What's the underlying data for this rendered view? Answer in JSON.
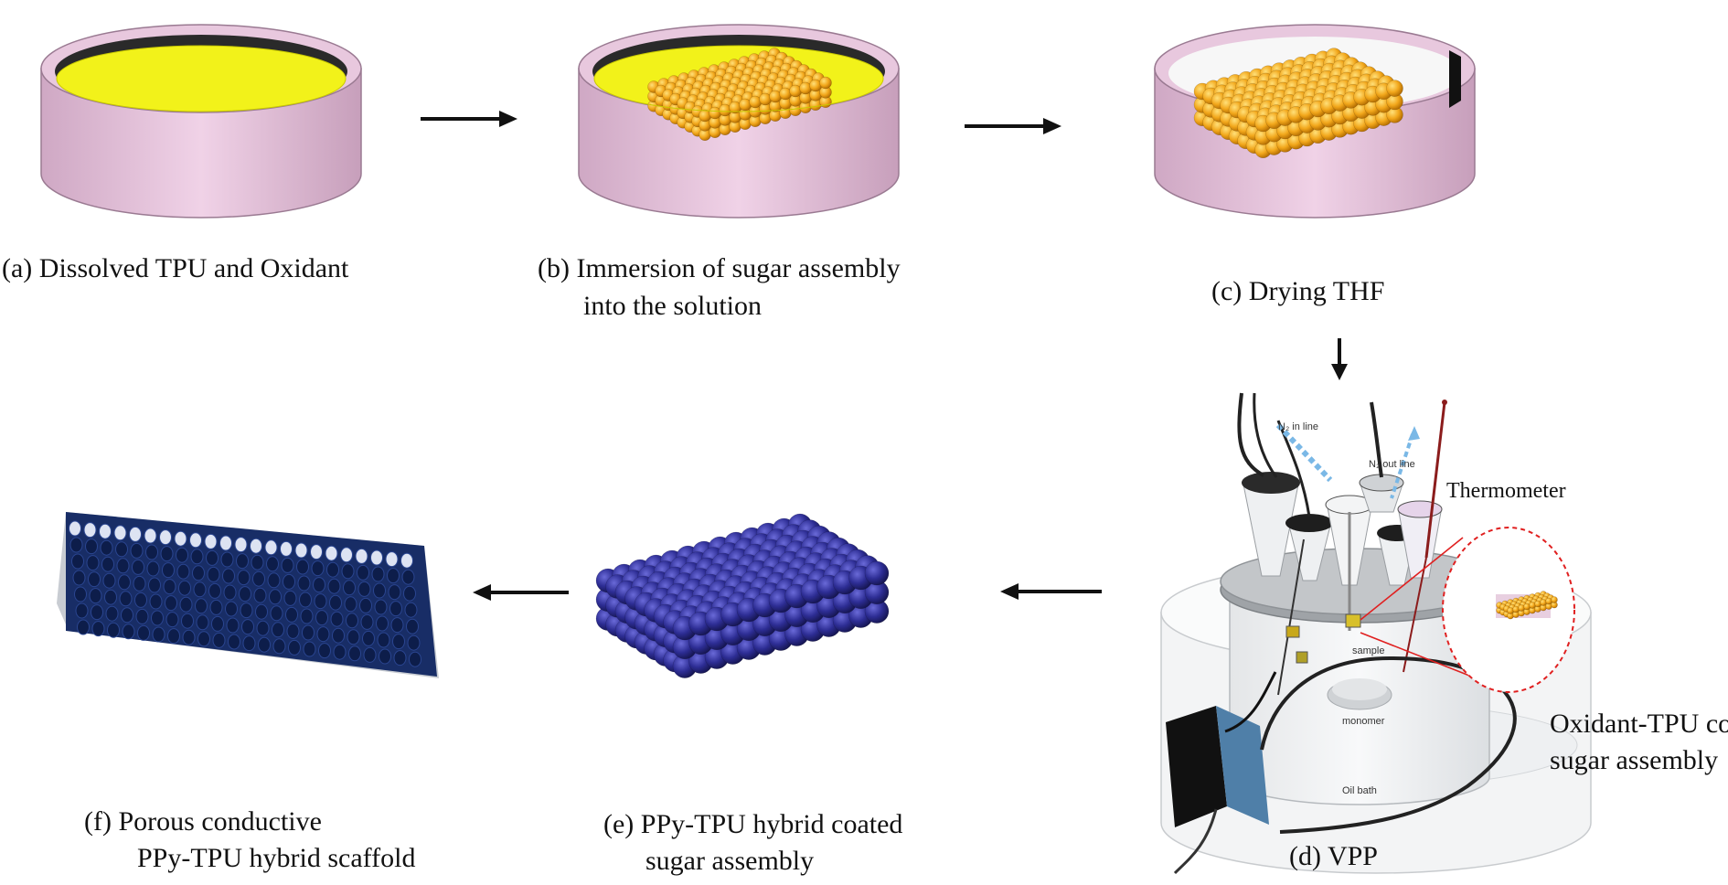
{
  "captions": {
    "a": "(a) Dissolved TPU and Oxidant",
    "b_line1": "(b) Immersion  of sugar assembly",
    "b_line2": "into the solution",
    "c": "(c) Drying  THF",
    "d": "(d) VPP",
    "e_line1": "(e) PPy-TPU hybrid coated",
    "e_line2": "sugar assembly",
    "f_line1": "(f) Porous conductive",
    "f_line2": "PPy-TPU hybrid scaffold"
  },
  "apparatus": {
    "n2_in": "N₂ in line",
    "n2_out": "N₂ out line",
    "thermometer": "Thermometer",
    "sample": "sample",
    "monomer": "monomer",
    "oil_bath": "Oil bath",
    "callout_line1": "Oxidant-TPU  coated",
    "callout_line2": "sugar assembly"
  },
  "colors": {
    "dish_wall": "#e6c3dc",
    "solution": "#f2f21a",
    "sugar_bead": "#f2a71b",
    "ppy_bead": "#2b2b8c",
    "scaffold": "#1a2f6b",
    "callout_red": "#e02020"
  }
}
